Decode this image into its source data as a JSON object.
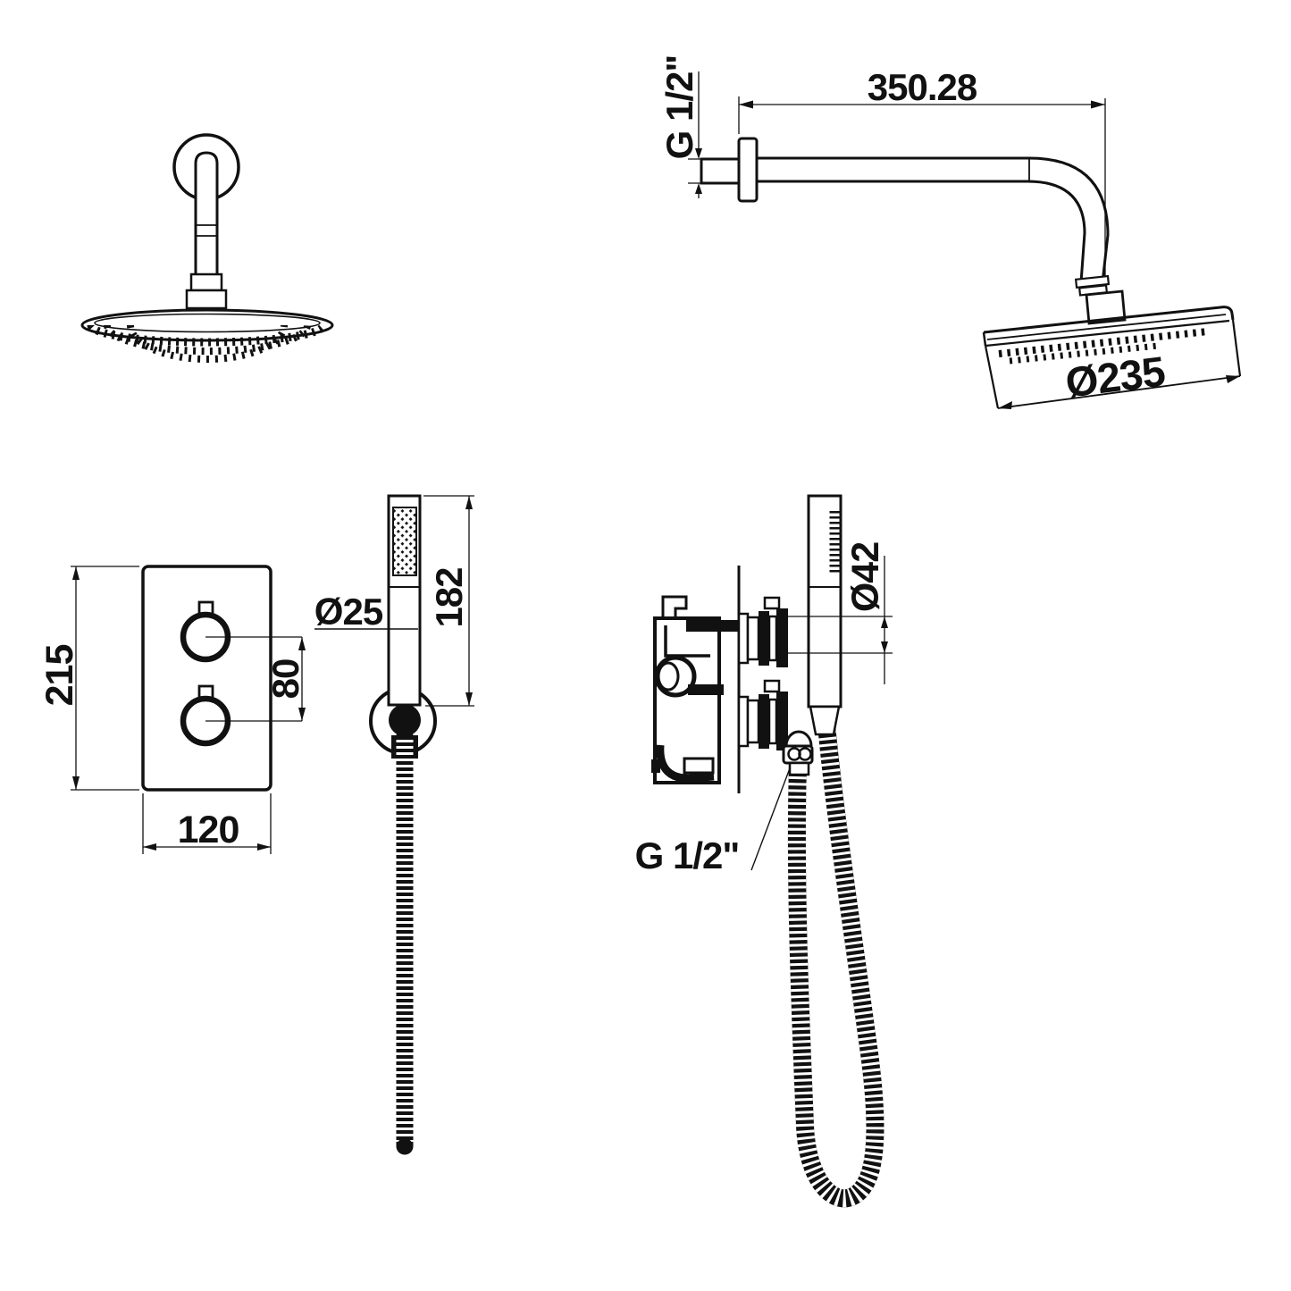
{
  "page": {
    "background_color": "#ffffff",
    "line_color": "#111111",
    "description_labels": {
      "arm_wall_thread": "G 1/2\"",
      "arm_length": "350.28",
      "head_diameter": "Ø235",
      "plate_height": "215",
      "plate_width": "120",
      "handle_spacing": "80",
      "wand_diameter": "Ø25",
      "wand_length": "182",
      "handle_diameter": "Ø42",
      "hose_thread": "G 1/2\""
    }
  },
  "dimensions": {
    "arm": {
      "wall_thread": "G 1/2\"",
      "length": "350.28",
      "head_diameter": "Ø235"
    },
    "trim": {
      "plate_height": "215",
      "plate_width": "120",
      "handle_spacing": "80"
    },
    "hand_shower": {
      "wand_diameter": "Ø25",
      "wand_length": "182"
    },
    "rough_in": {
      "handle_diameter": "Ø42",
      "hose_thread": "G 1/2\""
    }
  }
}
